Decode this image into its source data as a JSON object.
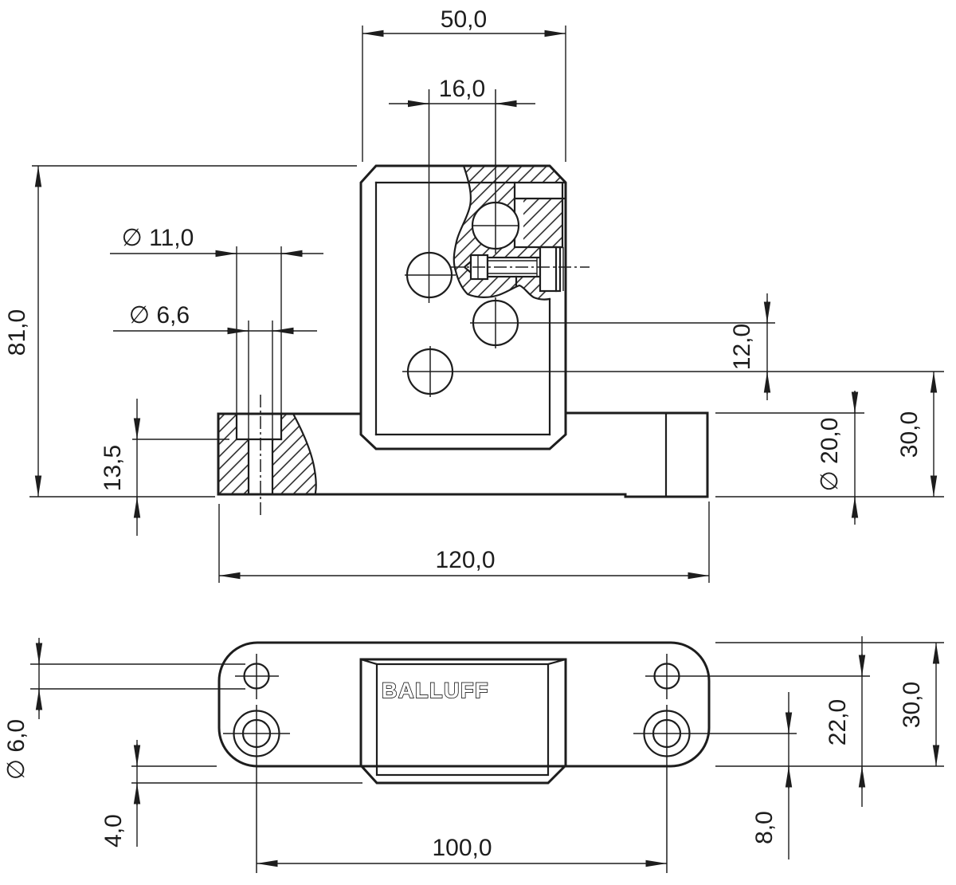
{
  "drawing": {
    "brand_logo": "BALLUFF",
    "line_color": "#1d1d1d",
    "background": "#ffffff",
    "units_style": "mm, decimal comma",
    "front_view": {
      "dim_width_top": "50,0",
      "dim_hole_spacing": "16,0",
      "dim_counterbore": "∅ 11,0",
      "dim_through_hole": "∅ 6,6",
      "dim_total_height": "81,0",
      "dim_counterbore_depth": "13,5",
      "dim_hole_offset": "12,0",
      "dim_boss_diameter": "∅ 20,0",
      "dim_mount_height": "30,0",
      "dim_base_length": "120,0"
    },
    "bottom_view": {
      "dim_hole_diameter": "∅ 6,0",
      "dim_body_offset": "4,0",
      "dim_hole_spacing": "100,0",
      "dim_cb_hole_edge": "8,0",
      "dim_small_hole_edge": "22,0",
      "dim_plate_width": "30,0"
    }
  }
}
